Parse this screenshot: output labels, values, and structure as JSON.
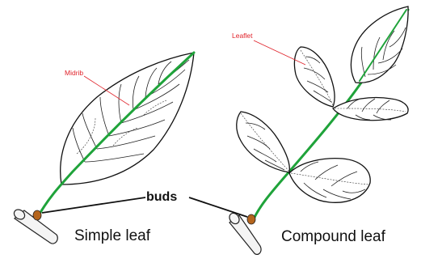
{
  "labels": {
    "midrib": "Midrib",
    "leaflet": "Leaflet",
    "buds": "buds",
    "simple_leaf": "Simple leaf",
    "compound_leaf": "Compound leaf"
  },
  "colors": {
    "stem": "#1fa33a",
    "annotation": "#e0222a",
    "bud": "#b5651d",
    "outline": "#111111"
  }
}
